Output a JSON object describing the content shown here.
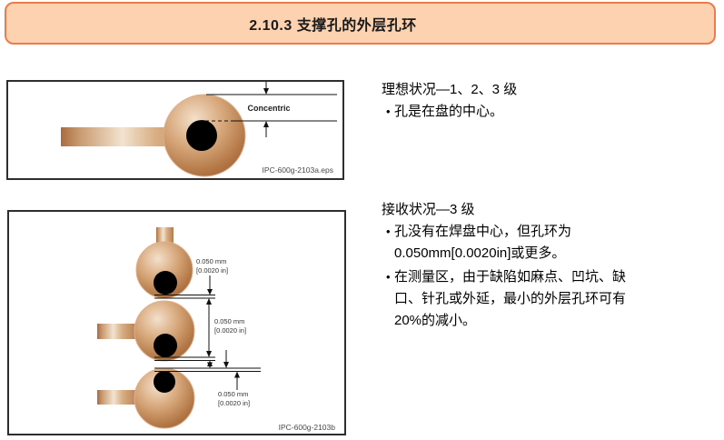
{
  "banner": {
    "title": "2.10.3 支撑孔的外层孔环"
  },
  "sections": [
    {
      "heading": "理想状况—1、2、3 级",
      "bullets": [
        {
          "lines": [
            "孔是在盘的中心。"
          ]
        }
      ]
    },
    {
      "heading": "接收状况—3 级",
      "bullets": [
        {
          "lines": [
            "孔没有在焊盘中心，但孔环为",
            "0.050mm[0.0020in]或更多。"
          ]
        },
        {
          "lines": [
            "在测量区，由于缺陷如麻点、凹坑、缺",
            "口、针孔或外延，最小的外层孔环可有",
            "20%的减小。"
          ]
        }
      ]
    }
  ],
  "figure1": {
    "label": "Concentric",
    "caption": "IPC-600g-2103a.eps"
  },
  "figure2": {
    "dim_mm": "0.050 mm",
    "dim_in": "[0.0020 in]",
    "caption": "IPC-600g-2103b"
  },
  "ui": {
    "bullet_char": "•"
  },
  "colors": {
    "banner_fill": "#FCD2B0",
    "banner_border": "#EE7B4C",
    "frame_border": "#2E2E2E",
    "copper_light": "#F3E0CB",
    "copper_mid": "#D8A97D",
    "copper_dark": "#9A5D33",
    "hole": "#000000"
  }
}
